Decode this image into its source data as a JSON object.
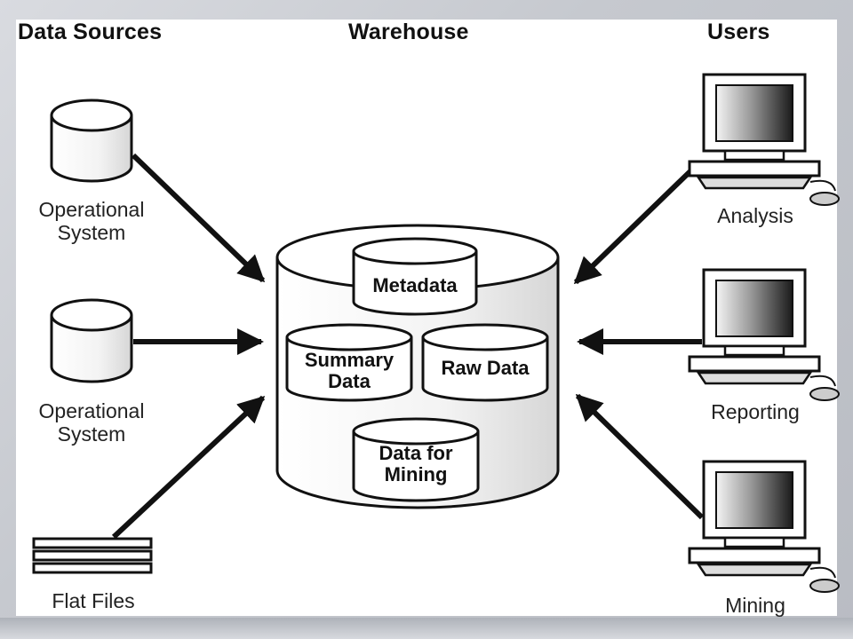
{
  "headers": {
    "sources": "Data Sources",
    "warehouse": "Warehouse",
    "users": "Users"
  },
  "sources": [
    {
      "label_line1": "Operational",
      "label_line2": "System"
    },
    {
      "label_line1": "Operational",
      "label_line2": "System"
    },
    {
      "label_line1": "Flat Files"
    }
  ],
  "warehouse": {
    "metadata": "Metadata",
    "summary_line1": "Summary",
    "summary_line2": "Data",
    "raw": "Raw Data",
    "mining_line1": "Data for",
    "mining_line2": "Mining"
  },
  "users": [
    {
      "label": "Analysis"
    },
    {
      "label": "Reporting"
    },
    {
      "label": "Mining"
    }
  ],
  "colors": {
    "stroke": "#111111",
    "cylinder_fill": "#f2f2f2",
    "screen_dark": "#222222"
  }
}
